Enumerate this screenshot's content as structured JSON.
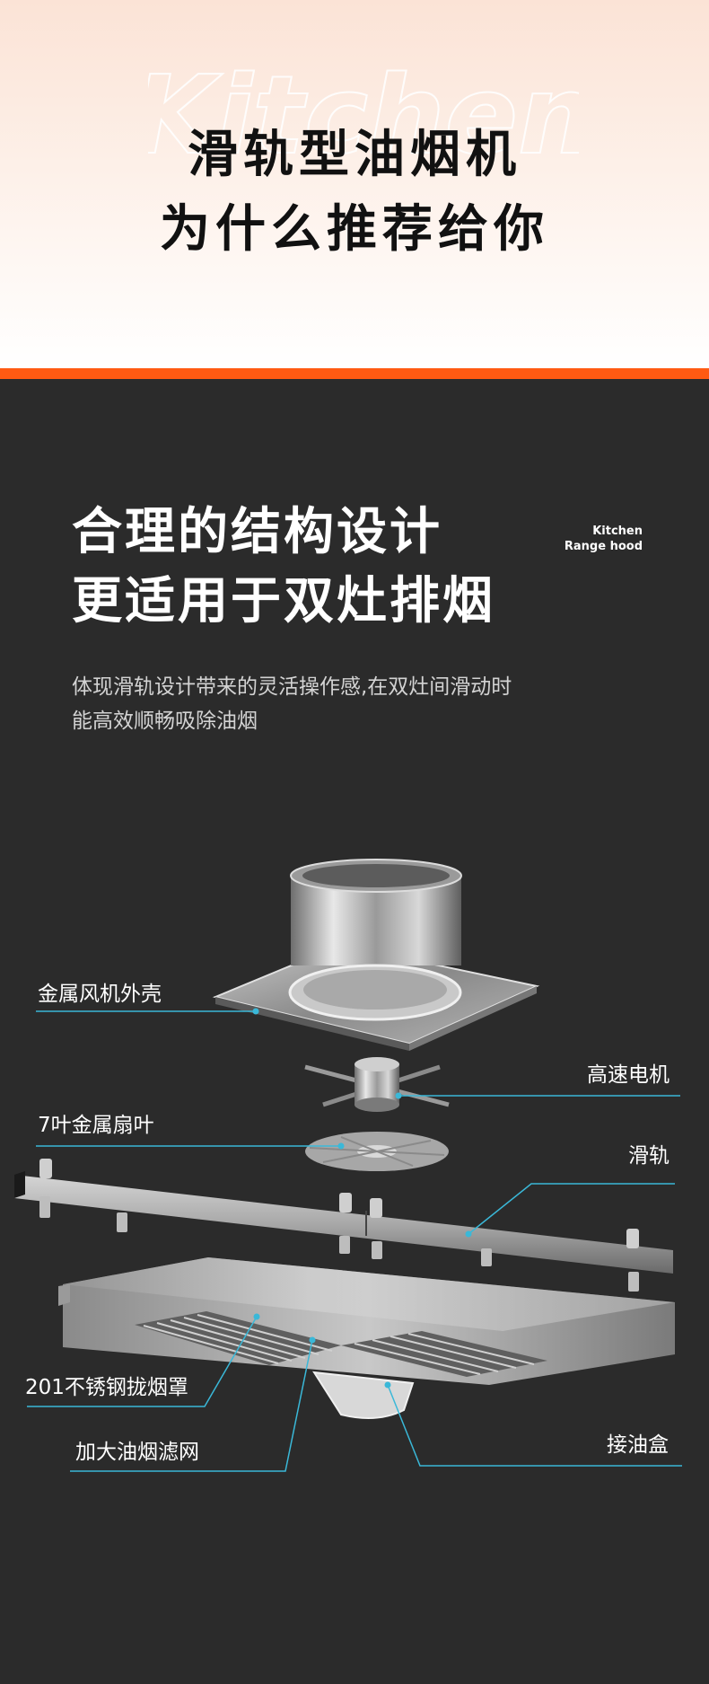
{
  "hero": {
    "watermark": "Kitchen",
    "title_line1": "滑轨型油烟机",
    "title_line2": "为什么推荐给你"
  },
  "section": {
    "title_line1": "合理的结构设计",
    "title_line2": "更适用于双灶排烟",
    "tag_line1": "Kitchen",
    "tag_line2": "Range hood",
    "desc_line1": "体现滑轨设计带来的灵活操作感,在双灶间滑动时",
    "desc_line2": "能高效顺畅吸除油烟"
  },
  "callouts": {
    "fan_housing": "金属风机外壳",
    "motor": "高速电机",
    "blades": "7叶金属扇叶",
    "rail": "滑轨",
    "hood": "201不锈钢拢烟罩",
    "filter": "加大油烟滤网",
    "oil_box": "接油盒"
  },
  "colors": {
    "accent": "#ff5a12",
    "dark_bg": "#2b2b2b",
    "leader_line": "#3ab8d8"
  }
}
